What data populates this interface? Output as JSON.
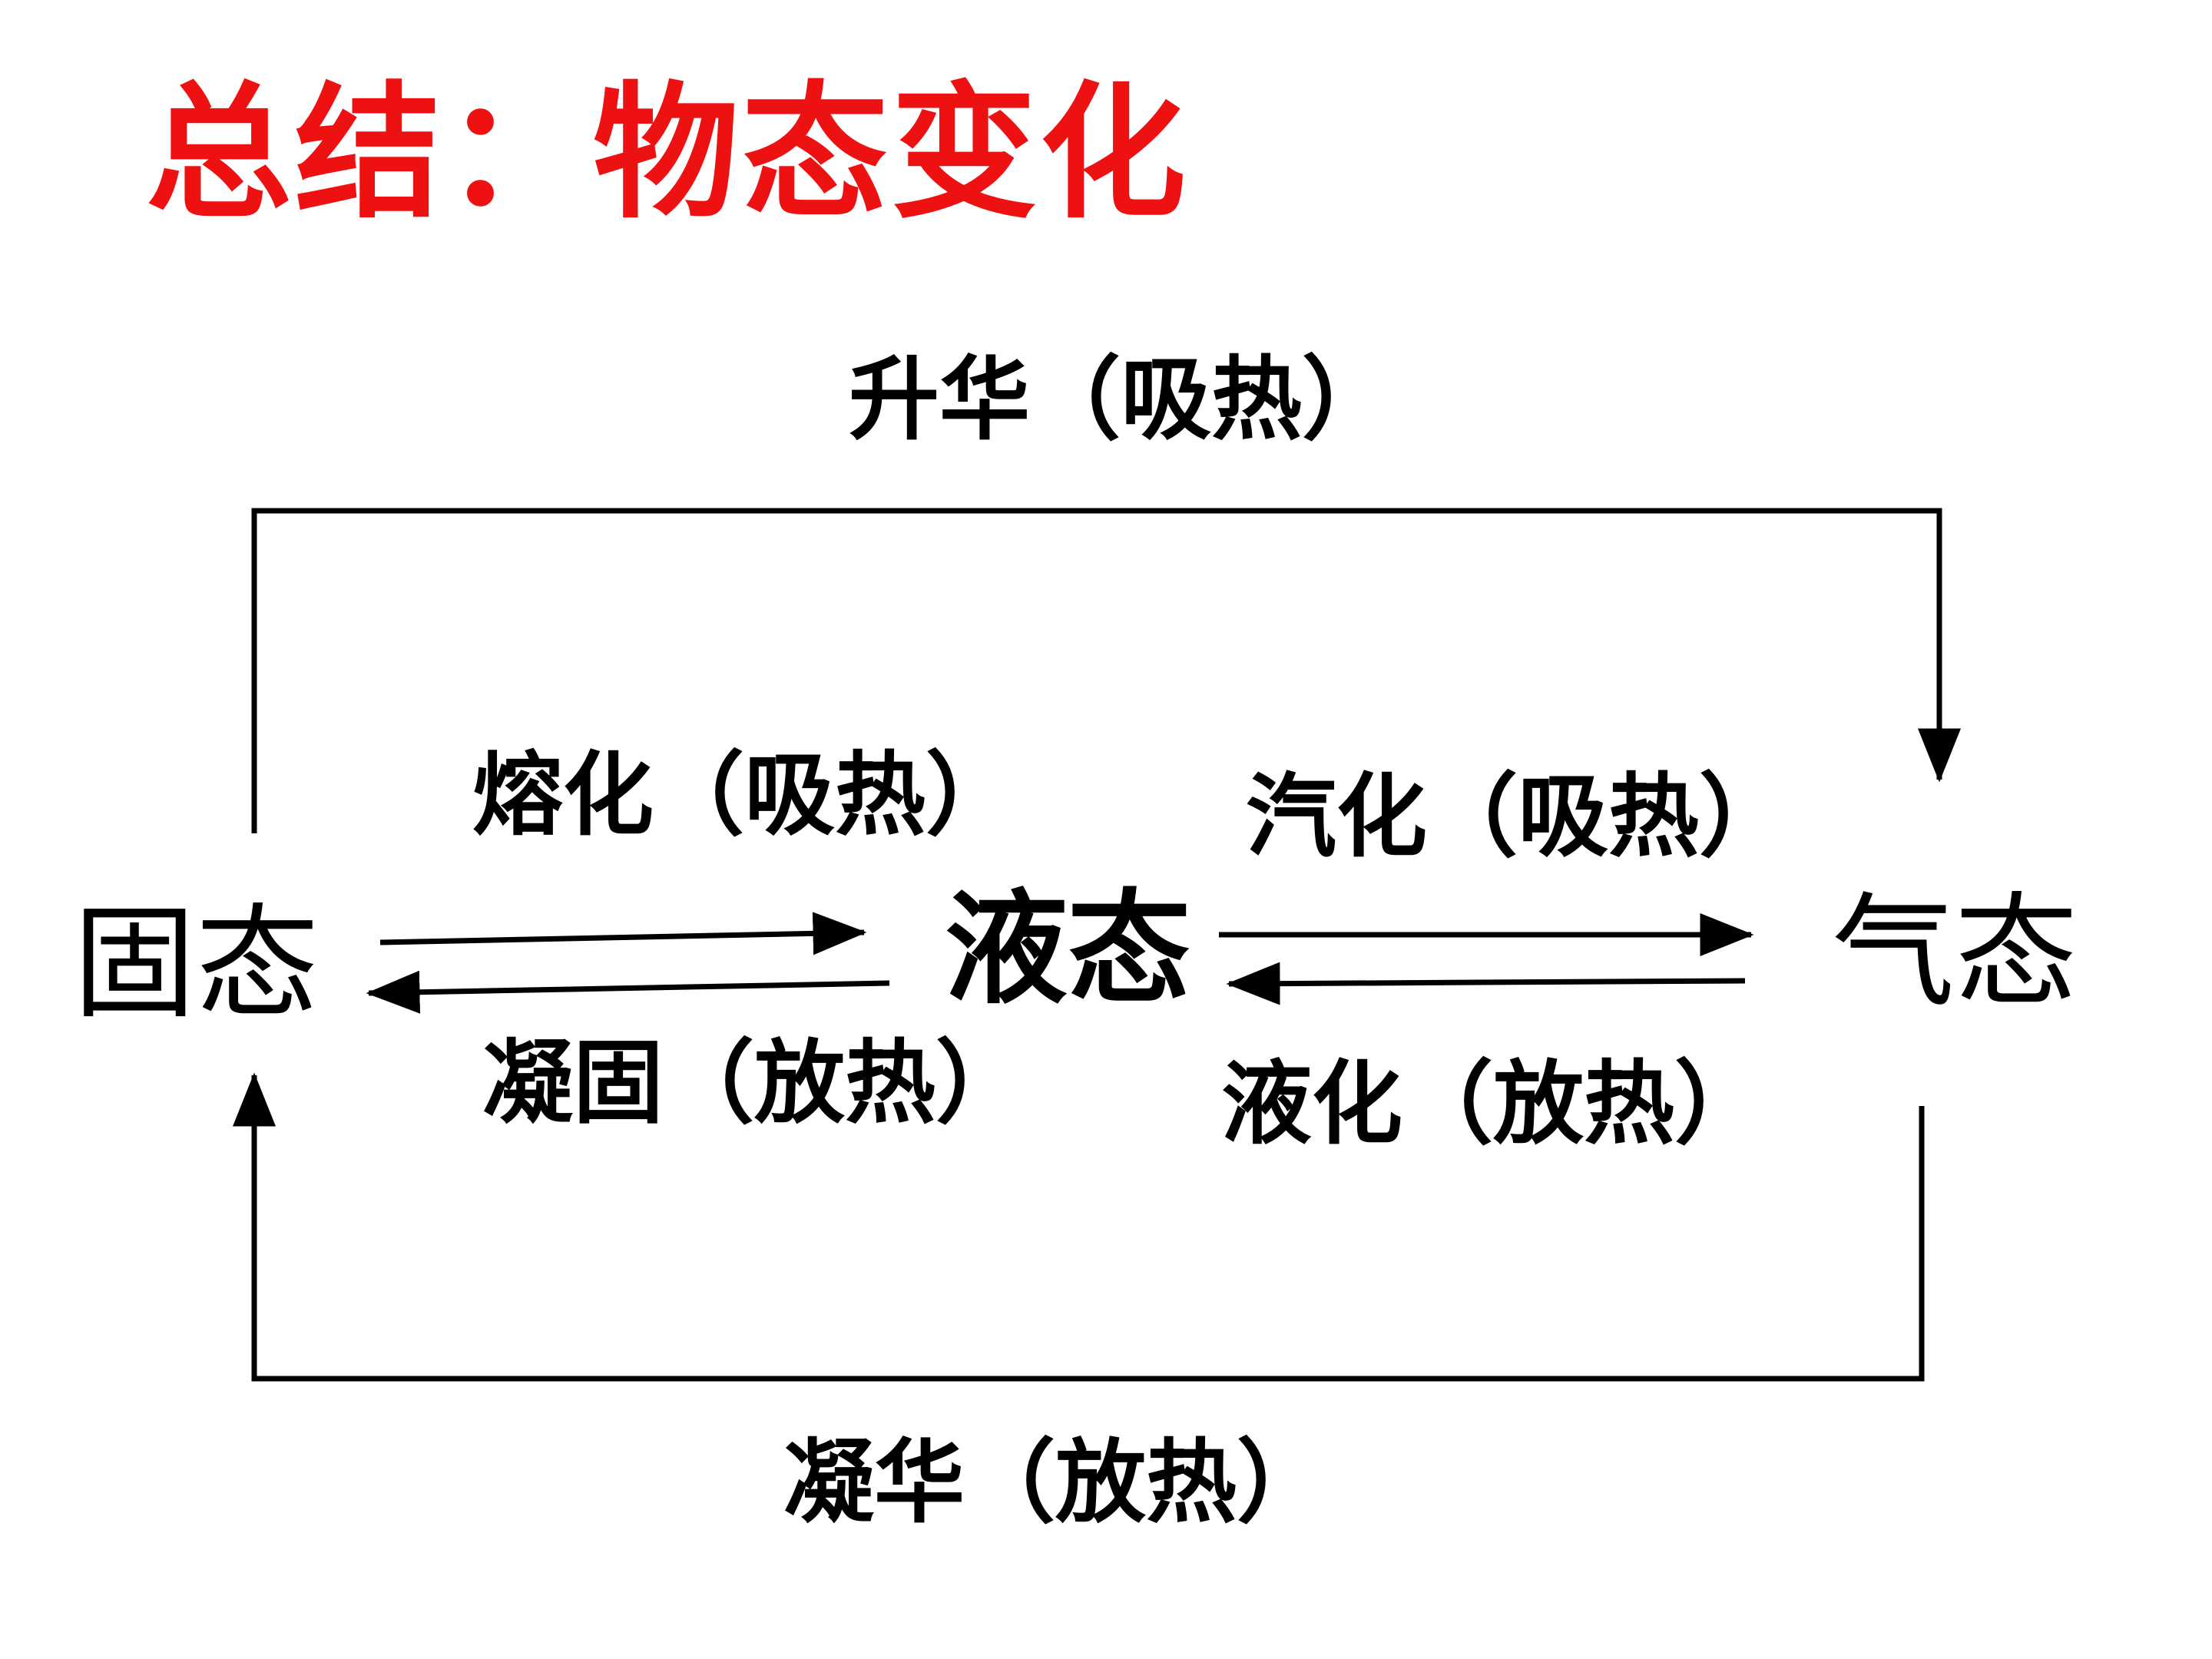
{
  "title": "总结：物态变化",
  "colors": {
    "title": "#ee1111",
    "text": "#000000",
    "line": "#000000"
  },
  "states": {
    "solid": "固态",
    "liquid": "液态",
    "gas": "气态"
  },
  "processes": {
    "sublimation": "升华（吸热）",
    "melting": "熔化（吸热）",
    "solidification": "凝固（放热）",
    "vaporization": "汽化（吸热）",
    "liquefaction": "液化（放热）",
    "deposition": "凝华（放热）"
  }
}
